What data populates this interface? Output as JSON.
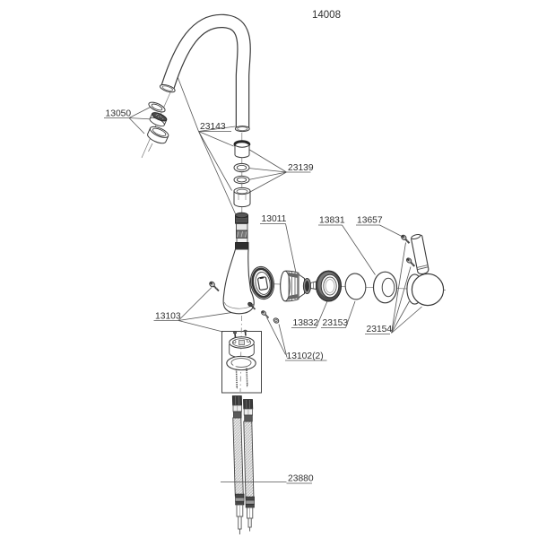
{
  "title": {
    "text": "14008"
  },
  "labels": {
    "aerator": {
      "text": "13050"
    },
    "spout": {
      "text": "23143"
    },
    "spout_seals": {
      "text": "23139"
    },
    "cartridge": {
      "text": "13011"
    },
    "cartridge_cap": {
      "text": "13831"
    },
    "handle_screw": {
      "text": "13657"
    },
    "cartridge_nut": {
      "text": "13832"
    },
    "dome_ring": {
      "text": "23153"
    },
    "handle": {
      "text": "23154"
    },
    "mounting_kit": {
      "text": "13103"
    },
    "body_screws": {
      "text": "13102(2)"
    },
    "supply_hoses": {
      "text": "23880"
    }
  },
  "colors": {
    "background": "#ffffff",
    "line_art": "#3b3b3b",
    "label_text": "#2f2f2f",
    "dark_fill": "#3d3d3d"
  }
}
